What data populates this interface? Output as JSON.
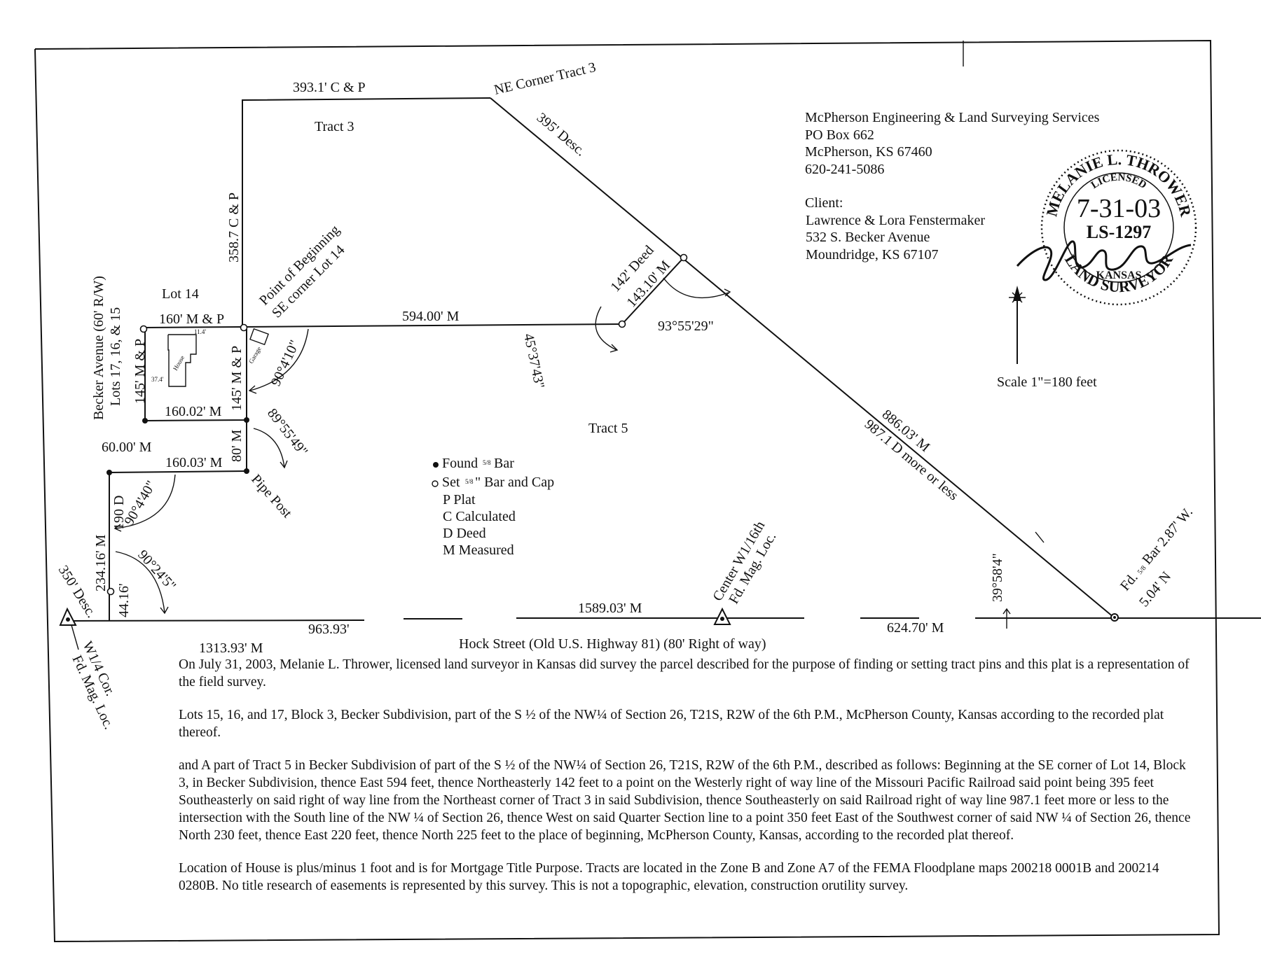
{
  "company": {
    "name": "McPherson Engineering & Land Surveying Services",
    "po_box": "PO Box 662",
    "city_state_zip": "McPherson, KS  67460",
    "phone": "620-241-5086"
  },
  "client": {
    "label": "Client:",
    "name": "Lawrence & Lora Fenstermaker",
    "address": "532 S. Becker Avenue",
    "city_state_zip": "Moundridge, KS  67107"
  },
  "seal": {
    "name": "MELANIE L. THROWER",
    "licensed": "LICENSED",
    "date": "7-31-03",
    "license_no": "LS-1297",
    "state": "KANSAS",
    "title": "LAND SURVEYOR"
  },
  "scale": "Scale 1\"=180 feet",
  "legend": {
    "found": "Found",
    "found_size": "5/8",
    "found_unit": "Bar",
    "set": "Set",
    "set_size": "5/8",
    "set_unit": "\" Bar and Cap",
    "p": "P Plat",
    "c": "C Calculated",
    "d": "D Deed",
    "m": "M Measured"
  },
  "labels": {
    "tract3": "Tract 3",
    "tract5": "Tract 5",
    "lot14": "Lot 14",
    "ne_corner": "NE Corner Tract 3",
    "pob_line1": "Point of Beginning",
    "pob_line2": "SE corner Lot 14",
    "becker_line1": "Becker Avenue (60' R/W)",
    "becker_line2": "Lots 17, 16, & 15",
    "pipe_post": "Pipe Post",
    "center_line1": "Center W1/16th",
    "center_line2": "Fd. Mag. Loc.",
    "w14_line1": "W1/4 Cor.",
    "w14_line2": "Fd. Mag. Loc.",
    "fd_bar_line1": "Fd.",
    "fd_bar_size": "5/8",
    "fd_bar_line1b": "Bar 2.87' W.",
    "fd_bar_line2": "5.04' N",
    "road": "Hock Street (Old U.S. Highway 81) (80' Right of way)",
    "house": "House",
    "garage": "Garage",
    "house_dim1": "11.4'",
    "house_dim2": "37.4'"
  },
  "dimensions": {
    "top": "393.1' C & P",
    "ne_desc": "395' Desc.",
    "west_tract3": "358.7 C & P",
    "lot14_top": "160' M & P",
    "becker_side": "145' M & P",
    "east_lot": "145' M & P",
    "lot_bottom": "160.02' M",
    "east594": "594.00' M",
    "deed142": "142' Deed",
    "meas143": "143.10' M",
    "angle1": "93°55'29\"",
    "angle2": "45°37'43\"",
    "angle3": "90°4'10\"",
    "angle4": "89°55'49\"",
    "angle5": "90°4'40\"",
    "angle6": "90°24'5\"",
    "angle7": "39°58'4\"",
    "seg80": "80' M",
    "seg60": "60.00' M",
    "seg160_03": "160.03' M",
    "seg190": "190 D",
    "seg234": "234.16' M",
    "seg44": "44.16'",
    "desc350": "350' Desc.",
    "rail886": "886.03' M",
    "rail987": "987.1 D more or less",
    "road963": "963.93'",
    "road1313": "1313.93' M",
    "road1589": "1589.03' M",
    "road624": "624.70' M"
  },
  "notes": {
    "p1": "On July 31, 2003, Melanie L. Thrower, licensed land surveyor in Kansas did survey the parcel described for the purpose of finding or setting tract pins and this plat is a representation of the field survey.",
    "p2": "Lots 15, 16, and 17, Block 3, Becker Subdivision, part of the S ½ of the NW¼ of Section 26, T21S, R2W of the 6th P.M., McPherson County, Kansas according to the recorded plat thereof.",
    "p3": "and A part of Tract 5 in Becker Subdivision of part of the S ½ of the NW¼ of Section 26, T21S, R2W of the 6th P.M., described as follows:  Beginning at the SE corner of Lot 14, Block 3, in Becker Subdivision, thence East 594 feet, thence Northeasterly 142 feet to a point on the Westerly right of way line of the Missouri Pacific Railroad said point being 395 feet Southeasterly on said right of way line from the Northeast corner of Tract 3 in said Subdivision, thence Southeasterly on said Railroad right of way line 987.1 feet more or less to the intersection with the South line of the NW ¼ of Section 26, thence West on said Quarter Section line to a point 350 feet East of the Southwest corner of said NW ¼ of Section 26, thence North 230 feet, thence East 220 feet, thence North 225 feet to the place of beginning, McPherson County, Kansas, according to the recorded plat thereof.",
    "p4": "Location of House is plus/minus 1 foot and is for Mortgage Title Purpose.  Tracts are located in the Zone B and Zone A7 of the FEMA Floodplane maps 200218 0001B and 200214 0280B.  No title research of easements is represented by this survey.  This is not a topographic, elevation, construction orutility survey."
  }
}
